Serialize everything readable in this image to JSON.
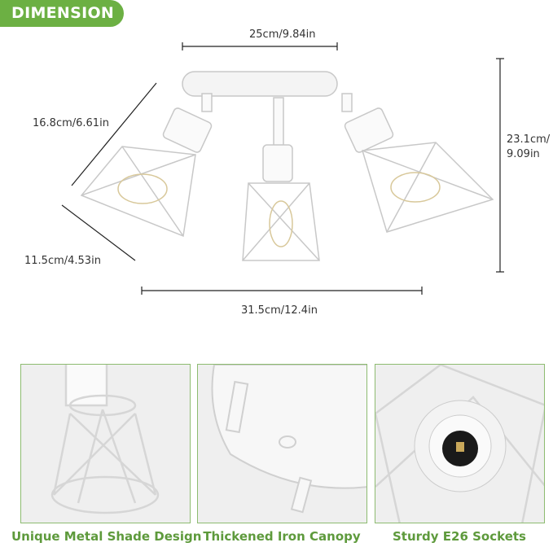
{
  "badge": {
    "label": "DIMENSION"
  },
  "dimensions": {
    "top_width": "25cm/9.84in",
    "arm_length": "16.8cm/6.61in",
    "height_line1": "23.1cm/",
    "height_line2": "9.09in",
    "shade_length": "11.5cm/4.53in",
    "total_width": "31.5cm/12.4in"
  },
  "features": [
    {
      "caption": "Unique Metal Shade Design"
    },
    {
      "caption": "Thickened Iron Canopy"
    },
    {
      "caption": "Sturdy E26 Sockets"
    }
  ],
  "colors": {
    "accent": "#6cb043",
    "caption": "#5e9a3c"
  }
}
